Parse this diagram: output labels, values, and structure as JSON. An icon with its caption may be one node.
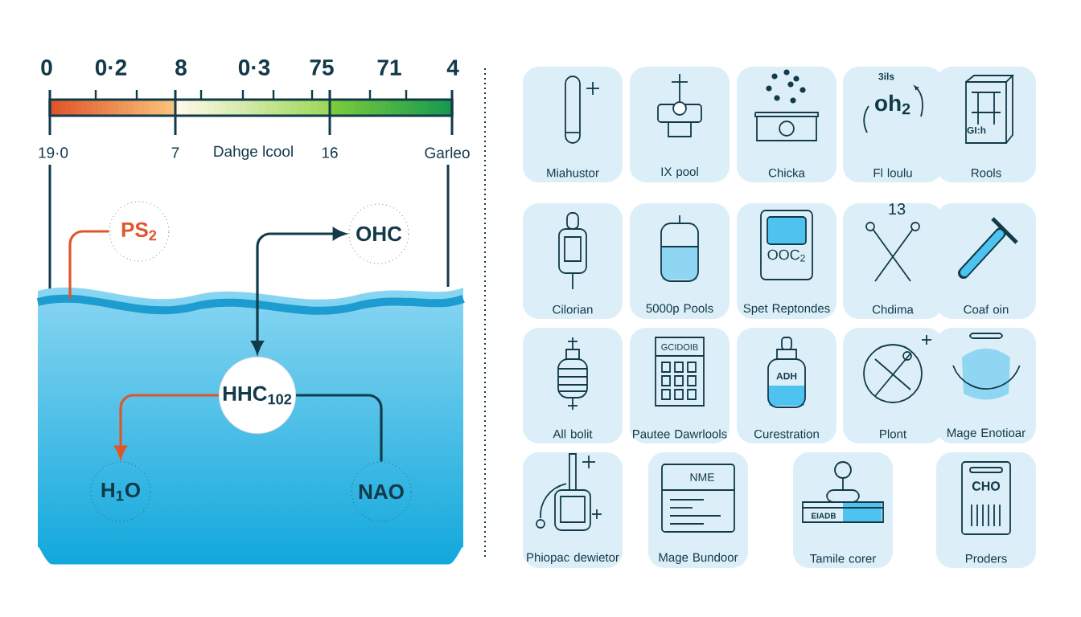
{
  "diagram": {
    "nodes": [
      {
        "text": [
          "PS$_{2}$"
        ]
      },
      {
        "text": [
          "OHC"
        ]
      },
      {
        "text": [
          "HHC$_{102}$"
        ]
      },
      {
        "text": [
          "H$_{1}$O"
        ]
      },
      {
        "text": [
          "NAO"
        ]
      },
      {
        "text": [
          "Miahustor"
        ]
      },
      {
        "text": [
          "IX pool"
        ]
      },
      {
        "text": [
          "Chicka"
        ]
      },
      {
        "text": [
          "Fl loulu"
        ]
      },
      {
        "text": [
          "Rools"
        ]
      },
      {
        "text": [
          "Cilorian"
        ]
      },
      {
        "text": [
          "5000p Pools"
        ]
      },
      {
        "text": [
          "Spet Reptondes"
        ]
      },
      {
        "text": [
          "Chdima"
        ]
      },
      {
        "text": [
          "Coaf oin"
        ]
      },
      {
        "text": [
          "All bolit"
        ]
      },
      {
        "text": [
          "Pautee Dawrlools"
        ]
      },
      {
        "text": [
          "Curestration"
        ]
      },
      {
        "text": [
          "Plont"
        ]
      },
      {
        "text": [
          "Mage Enotioar"
        ]
      },
      {
        "text": [
          "Phiopac dewietor"
        ]
      },
      {
        "text": [
          "Mage Bundoor"
        ]
      },
      {
        "text": [
          "Tamile corer"
        ]
      },
      {
        "text": [
          "Proders"
        ]
      }
    ],
    "edges": [
      {
        "from": null,
        "to": 0,
        "arrow": "none",
        "color": "#e0562a"
      },
      {
        "from": 2,
        "to": 1,
        "arrow": "both",
        "color": "#123a4a"
      },
      {
        "from": 2,
        "to": 3,
        "arrow": "to",
        "color": "#e0562a"
      },
      {
        "from": 2,
        "to": 4,
        "arrow": "none",
        "color": "#123a4a"
      }
    ],
    "labels": [
      "0",
      "0·2",
      "8",
      "0·3",
      "75",
      "71",
      "4",
      "19·0",
      "7",
      "Dahge lcool",
      "16",
      "Garleo",
      "3ils",
      "GI:h",
      "OOC$_{2}$",
      "13",
      "GCIDOIB",
      "ADH",
      "NME",
      "EIADB",
      "CHO",
      "oh$_{2}$"
    ]
  }
}
